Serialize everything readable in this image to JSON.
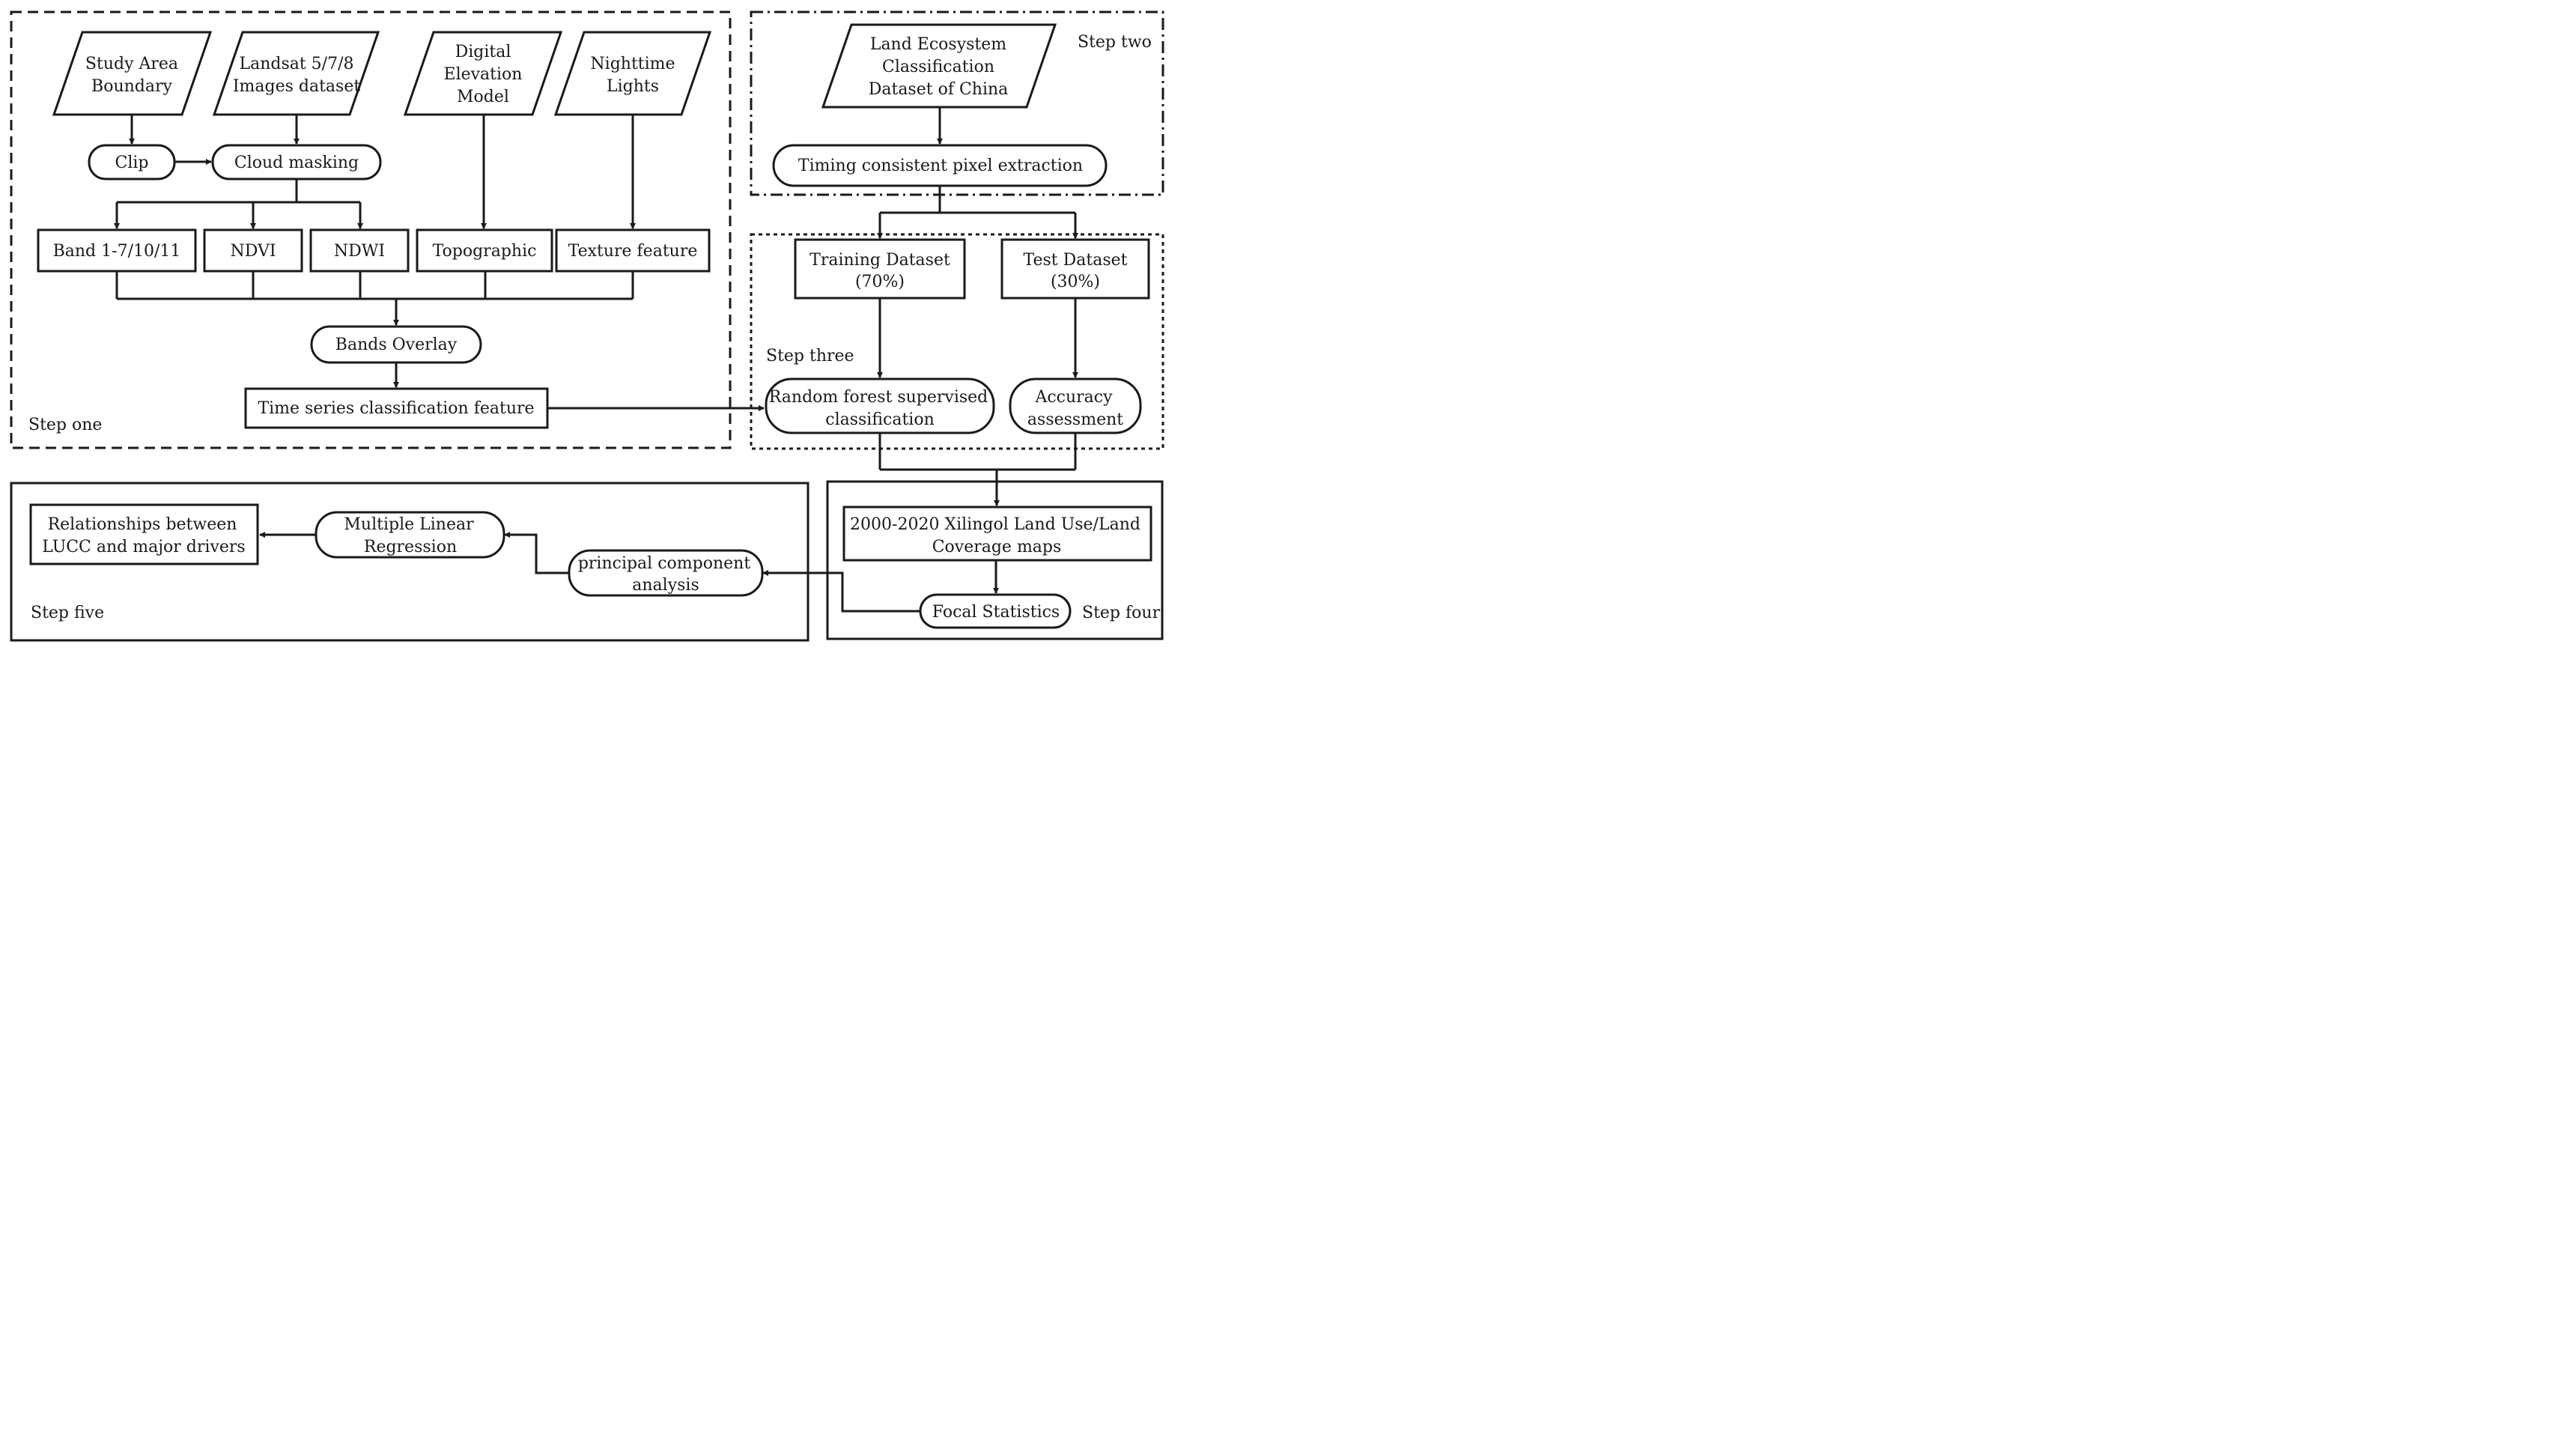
{
  "steps": {
    "one": "Step one",
    "two": "Step two",
    "three": "Step three",
    "four": "Step four",
    "five": "Step five"
  },
  "inputs": {
    "study_area": [
      "Study Area",
      "Boundary"
    ],
    "landsat": [
      "Landsat 5/7/8",
      "Images dataset"
    ],
    "dem": [
      "Digital",
      "Elevation",
      "Model"
    ],
    "nightlights": [
      "Nighttime",
      "Lights"
    ],
    "land_ecosystem": [
      "Land Ecosystem",
      "Classification",
      "Dataset of China"
    ]
  },
  "processes": {
    "clip": "Clip",
    "cloud_masking": "Cloud masking",
    "band": "Band 1-7/10/11",
    "ndvi": "NDVI",
    "ndwi": "NDWI",
    "topographic": "Topographic",
    "texture": "Texture feature",
    "bands_overlay": "Bands Overlay",
    "time_series": "Time series classification feature",
    "timing_consistent": "Timing consistent pixel extraction",
    "training": [
      "Training Dataset",
      "(70%)"
    ],
    "test": [
      "Test Dataset",
      "(30%)"
    ],
    "random_forest": [
      "Random forest supervised",
      "classification"
    ],
    "accuracy": [
      "Accuracy",
      "assessment"
    ],
    "lulc_maps": [
      "2000-2020 Xilingol Land Use/Land",
      "Coverage maps"
    ],
    "focal": "Focal Statistics",
    "pca": [
      "principal component",
      "analysis"
    ],
    "mlr": [
      "Multiple Linear",
      "Regression"
    ],
    "relationships": [
      "Relationships between",
      "LUCC and major drivers"
    ]
  }
}
